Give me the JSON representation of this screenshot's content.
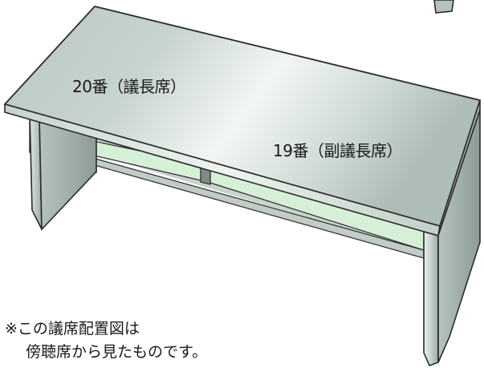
{
  "seat_labels": {
    "chair": "20番（議長席）",
    "vice_chair": "19番（副議長席）"
  },
  "note": {
    "line1": "※この議席配置図は",
    "line2": "傍聴席から見たものです。"
  },
  "colors": {
    "top_light": "#e6ede8",
    "top_mid": "#c3d0c9",
    "panel": "#b9c6c0",
    "shelf": "#d6f0d8",
    "outline": "#2b2b2b"
  }
}
